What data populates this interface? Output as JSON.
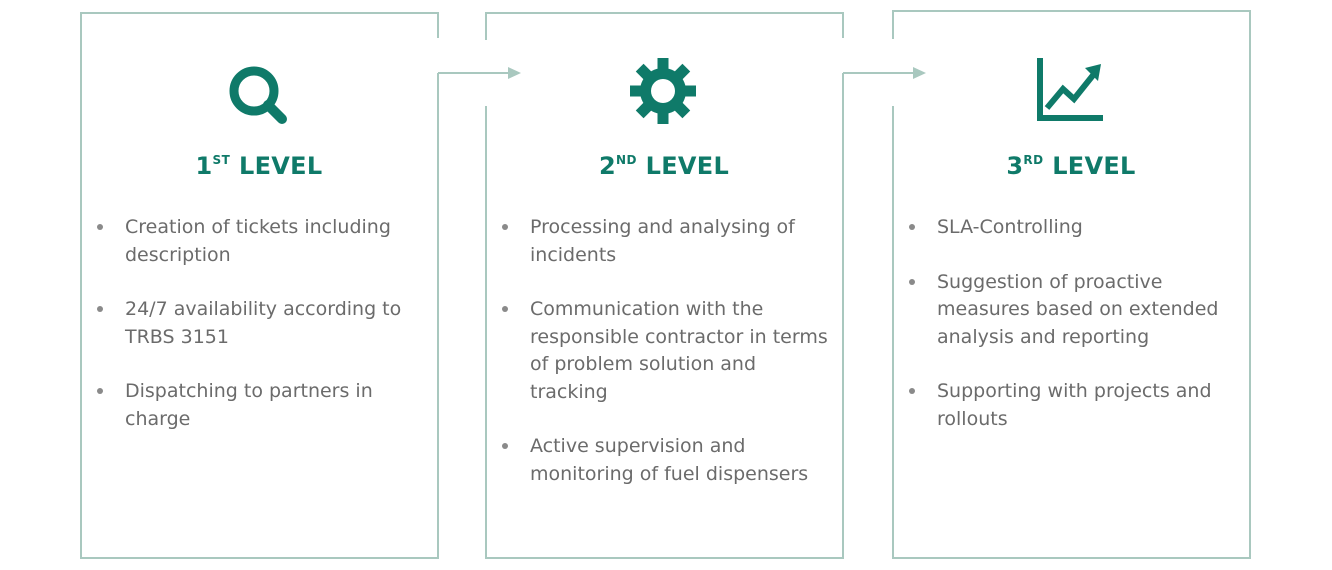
{
  "colors": {
    "accent": "#0f7a69",
    "frame": "#a9c8bf",
    "text": "#6b6b6b"
  },
  "levels": [
    {
      "icon": "magnifier-icon",
      "title_number": "1",
      "title_suffix": "ST",
      "title_word": "LEVEL",
      "items": [
        "Creation of tickets including description",
        "24/7 availability according to TRBS 3151",
        "Dispatching to partners in charge"
      ]
    },
    {
      "icon": "gear-icon",
      "title_number": "2",
      "title_suffix": "ND",
      "title_word": "LEVEL",
      "items": [
        "Processing and analysing of incidents",
        "Communication with the responsible contractor in terms of problem solution and tracking",
        "Active supervision and monitoring of fuel dispensers"
      ]
    },
    {
      "icon": "growth-chart-icon",
      "title_number": "3",
      "title_suffix": "RD",
      "title_word": "LEVEL",
      "items": [
        "SLA-Controlling",
        "Suggestion of proactive measures based on extended analysis and reporting",
        "Supporting with projects and rollouts"
      ]
    }
  ]
}
